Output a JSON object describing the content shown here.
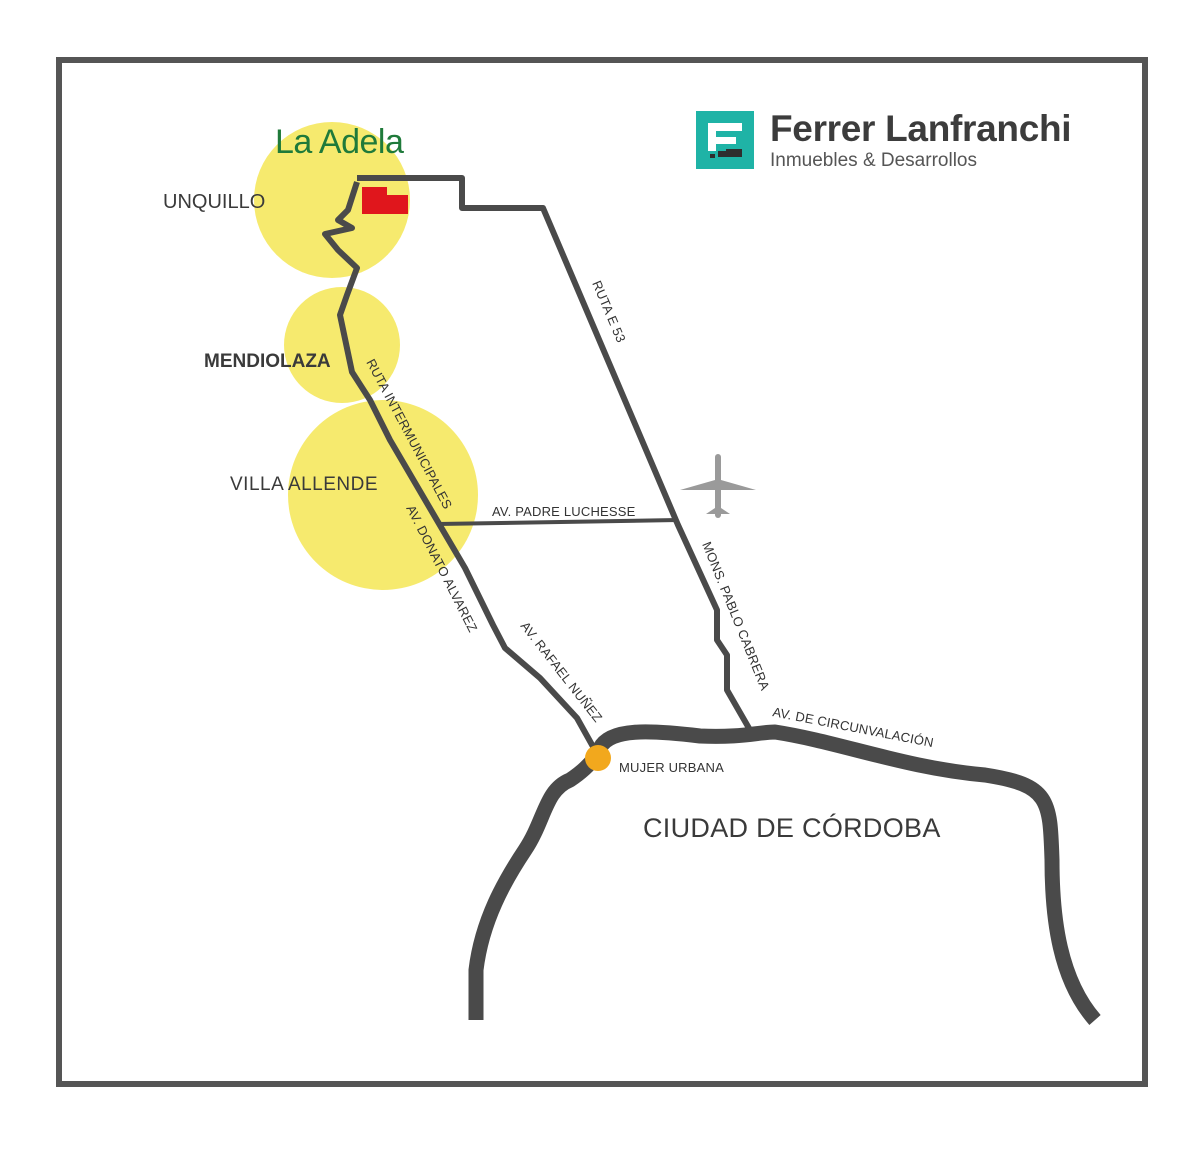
{
  "project": {
    "name": "La Adela",
    "color": "#1f7a3a"
  },
  "brand": {
    "name": "Ferrer Lanfranchi",
    "tagline": "Inmuebles & Desarrollos",
    "color": "#1fb3a6"
  },
  "towns": {
    "unquillo": "UNQUILLO",
    "mendiolaza": "MENDIOLAZA",
    "villa_allende": "VILLA ALLENDE",
    "cordoba": "CIUDAD DE CÓRDOBA"
  },
  "roads": {
    "ruta_e53": "RUTA E 53",
    "ruta_intermunicipales": "RUTA INTERMUNICIPALES",
    "padre_luchesse": "AV. PADRE LUCHESSE",
    "donato_alvarez": "AV. DONATO ALVAREZ",
    "rafael_nunez": "AV. RAFAEL NUÑEZ",
    "pablo_cabrera": "MONS. PABLO CABRERA",
    "circunvalacion": "AV. DE CIRCUNVALACIÓN"
  },
  "landmarks": {
    "mujer_urbana": "MUJER URBANA"
  },
  "icons": {
    "airport": "airplane-icon",
    "lot": "property-lot-marker"
  },
  "colors": {
    "road": "#4a4a4a",
    "highlight": "#f5e655",
    "lot": "#e0161c",
    "roundabout": "#f2a81d",
    "frame": "#555555"
  }
}
